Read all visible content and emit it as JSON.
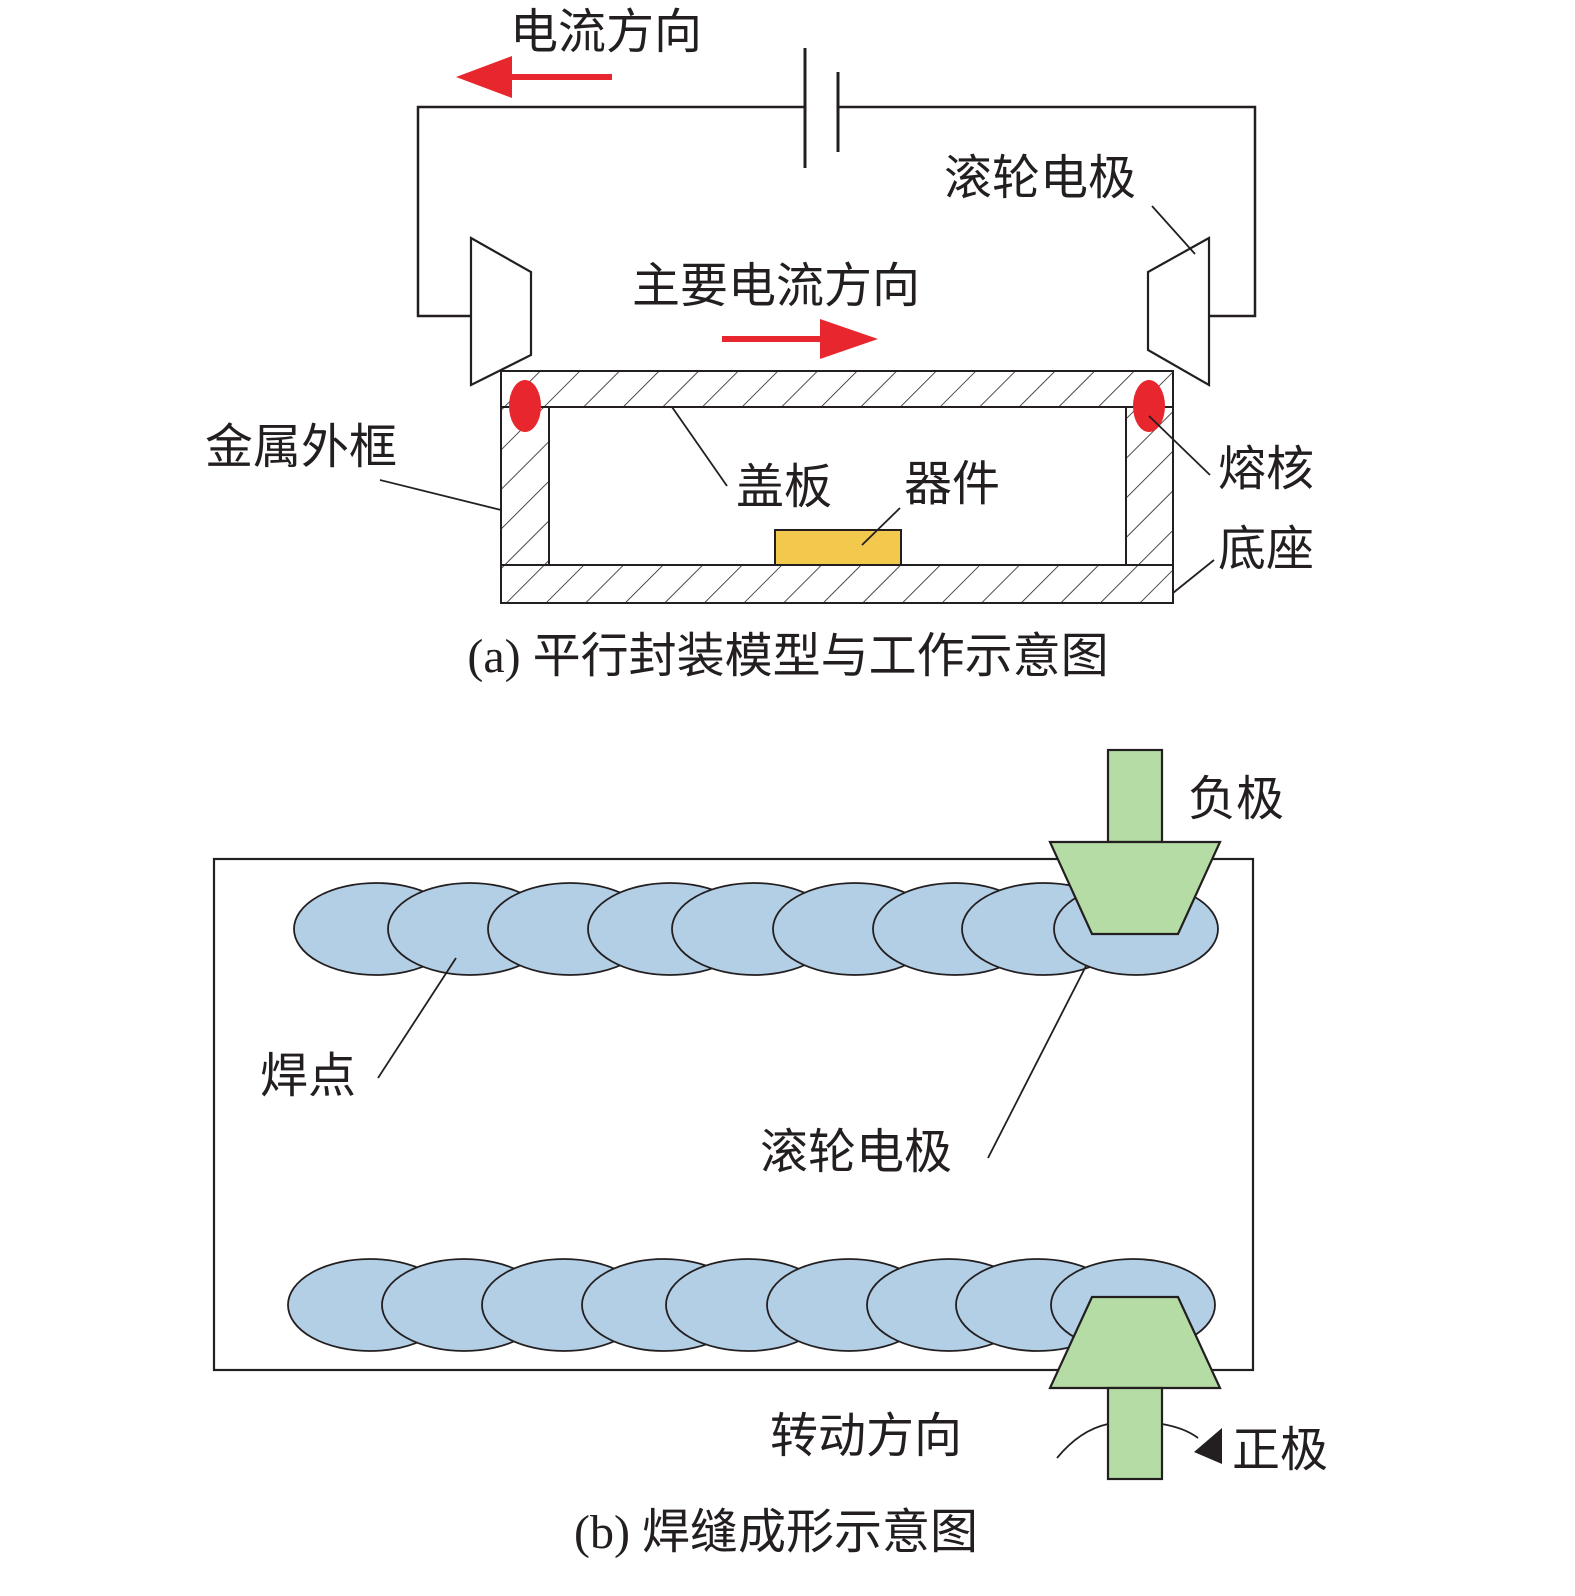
{
  "panel_a": {
    "current_direction": "电流方向",
    "roller_electrode": "滚轮电极",
    "main_current_direction": "主要电流方向",
    "metal_frame": "金属外框",
    "cover_plate": "盖板",
    "device": "器件",
    "nugget": "熔核",
    "base": "底座",
    "caption": "(a) 平行封装模型与工作示意图"
  },
  "panel_b": {
    "negative_electrode": "负极",
    "weld_spot": "焊点",
    "roller_electrode": "滚轮电极",
    "rotation_direction": "转动方向",
    "positive_electrode": "正极",
    "caption": "(b) 焊缝成形示意图"
  },
  "colors": {
    "line": "#231f20",
    "arrow_red": "#e8262d",
    "nugget_red": "#e8262d",
    "device_yellow": "#f2c94c",
    "weld_spot_blue": "#b3cfe6",
    "electrode_green": "#b5dca5"
  }
}
